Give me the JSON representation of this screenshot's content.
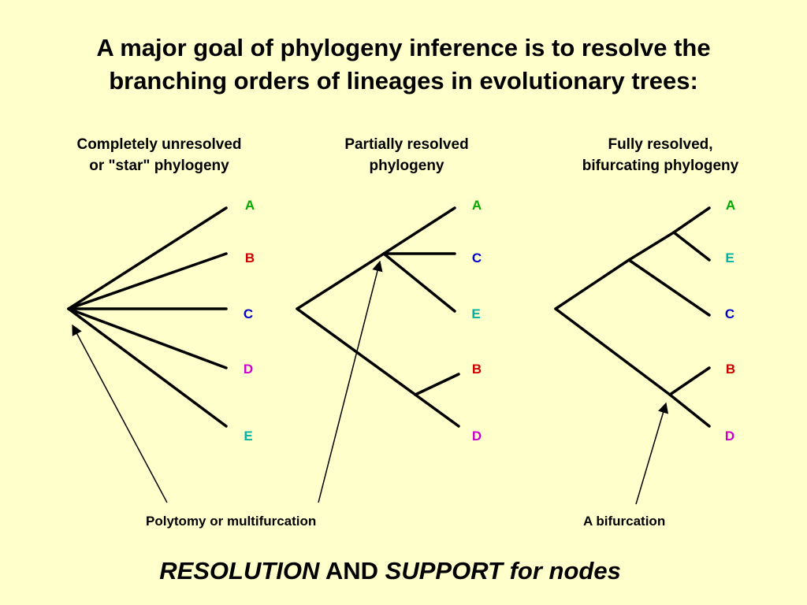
{
  "title": {
    "line1": "A major goal of phylogeny inference is to resolve the",
    "line2": "branching orders of lineages in evolutionary trees:"
  },
  "trees": [
    {
      "heading_line1": "Completely unresolved",
      "heading_line2": "or \"star\" phylogeny",
      "leaves": [
        "A",
        "B",
        "C",
        "D",
        "E"
      ]
    },
    {
      "heading_line1": "Partially resolved",
      "heading_line2": "phylogeny",
      "leaves": [
        "A",
        "C",
        "E",
        "B",
        "D"
      ]
    },
    {
      "heading_line1": "Fully resolved,",
      "heading_line2": "bifurcating phylogeny",
      "leaves": [
        "A",
        "E",
        "C",
        "B",
        "D"
      ]
    }
  ],
  "leaf_colors": {
    "A": "#00aa00",
    "B": "#cc0000",
    "C": "#0000cc",
    "D": "#cc00cc",
    "E": "#00b3a0"
  },
  "callouts": {
    "polytomy": "Polytomy or multifurcation",
    "bifurcation": "A bifurcation"
  },
  "footer": {
    "part1": "RESOLUTION",
    "part2": " AND ",
    "part3": "SUPPORT for nodes"
  }
}
